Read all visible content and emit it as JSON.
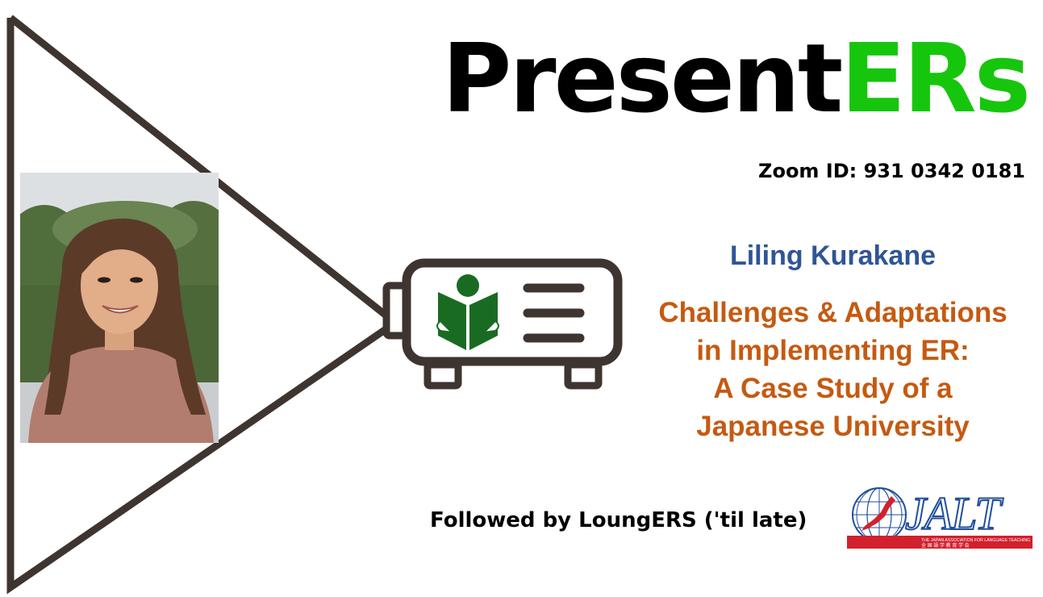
{
  "title": {
    "main": "Present",
    "highlight": "ERs"
  },
  "zoom_id": "Zoom ID: 931 0342 0181",
  "presenter_name": "Liling Kurakane",
  "talk_title": {
    "lines": [
      "Challenges & Adaptations",
      "in Implementing ER:",
      "A Case Study of a",
      "Japanese University"
    ]
  },
  "footer": "Followed by LoungERS ('til late)",
  "logo": {
    "wordmark": "JALT",
    "subtitle": "THE JAPAN ASSOCIATION FOR LANGUAGE TEACHING",
    "japanese": "全 国 語 学 教 育 学 会"
  },
  "colors": {
    "highlight": "#16c60c",
    "presenter": "#2f5597",
    "talk": "#c55a11",
    "projector": "#3e3530",
    "reader_icon": "#1a6b22",
    "logo_red": "#d3202d",
    "logo_blue": "#1f4e9e"
  },
  "icons": [
    "projector-icon",
    "reading-person-icon",
    "menu-lines-icon",
    "globe-icon"
  ]
}
